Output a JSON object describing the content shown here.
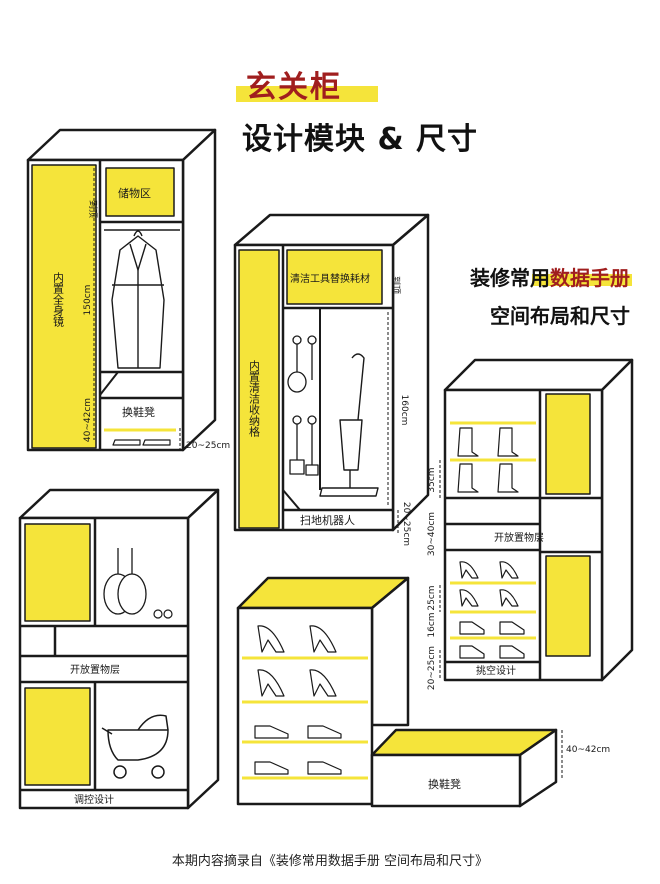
{
  "header": {
    "title": "玄关柜",
    "subtitle": "设计模块 & 尺寸",
    "tagline_prefix": "装修常用",
    "tagline_highlight": "数据手册",
    "tagline2": "空间布局和尺寸"
  },
  "cabinet_a": {
    "storage": "储物区",
    "to_top": "到顶",
    "mirror": "内置全身镜",
    "h150": "150cm",
    "h40": "40~42cm",
    "bench": "换鞋凳",
    "d2025": "20~25cm"
  },
  "cabinet_b": {
    "consumables": "清洁工具替换耗材",
    "to_top": "到顶",
    "inner_storage": "内置清洁收纳格",
    "h160": "160cm",
    "robot": "扫地机器人",
    "h2025": "20~25cm"
  },
  "cabinet_c": {
    "h35": "35cm",
    "h3040": "30~40cm",
    "open_shelf": "开放置物层",
    "h25": "25cm",
    "h16": "16cm",
    "h2025": "20~25cm",
    "raised": "挑空设计"
  },
  "cabinet_d": {
    "open_shelf": "开放置物层",
    "adjust": "调控设计"
  },
  "cabinet_e": {
    "bench": "换鞋凳",
    "h40": "40~42cm"
  },
  "footer": "本期内容摘录自《装修常用数据手册 空间布局和尺寸》",
  "colors": {
    "yellow": "#f5e43a",
    "accent_red": "#a01e1e",
    "line": "#1a1a1a"
  },
  "icons": [
    "coat-icon",
    "boots-icon",
    "high-heel-icon",
    "sneaker-icon",
    "tennis-racket-icon",
    "tennis-ball-icon",
    "stroller-icon",
    "vacuum-icon",
    "hook-tool-icon"
  ]
}
